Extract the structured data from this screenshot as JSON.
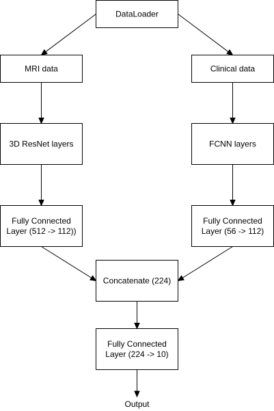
{
  "diagram": {
    "nodes": {
      "dataloader": {
        "lines": [
          "DataLoader"
        ]
      },
      "mri": {
        "lines": [
          "MRI data"
        ]
      },
      "clinical": {
        "lines": [
          "Clinical data"
        ]
      },
      "resnet": {
        "lines": [
          "3D ResNet layers"
        ]
      },
      "fcnn": {
        "lines": [
          "FCNN layers"
        ]
      },
      "fc_mri": {
        "lines": [
          "Fully Connected",
          "Layer (512 -> 112))"
        ]
      },
      "fc_clinical": {
        "lines": [
          "Fully Connected",
          "Layer (56 -> 112)"
        ]
      },
      "concat": {
        "lines": [
          "Concatenate (224)"
        ]
      },
      "fc_final": {
        "lines": [
          "Fully Connected",
          "Layer (224 -> 10)"
        ]
      }
    },
    "output_label": "Output",
    "edges": [
      [
        "dataloader",
        "mri"
      ],
      [
        "dataloader",
        "clinical"
      ],
      [
        "mri",
        "resnet"
      ],
      [
        "clinical",
        "fcnn"
      ],
      [
        "resnet",
        "fc_mri"
      ],
      [
        "fcnn",
        "fc_clinical"
      ],
      [
        "fc_mri",
        "concat"
      ],
      [
        "fc_clinical",
        "concat"
      ],
      [
        "concat",
        "fc_final"
      ],
      [
        "fc_final",
        "output"
      ]
    ]
  }
}
